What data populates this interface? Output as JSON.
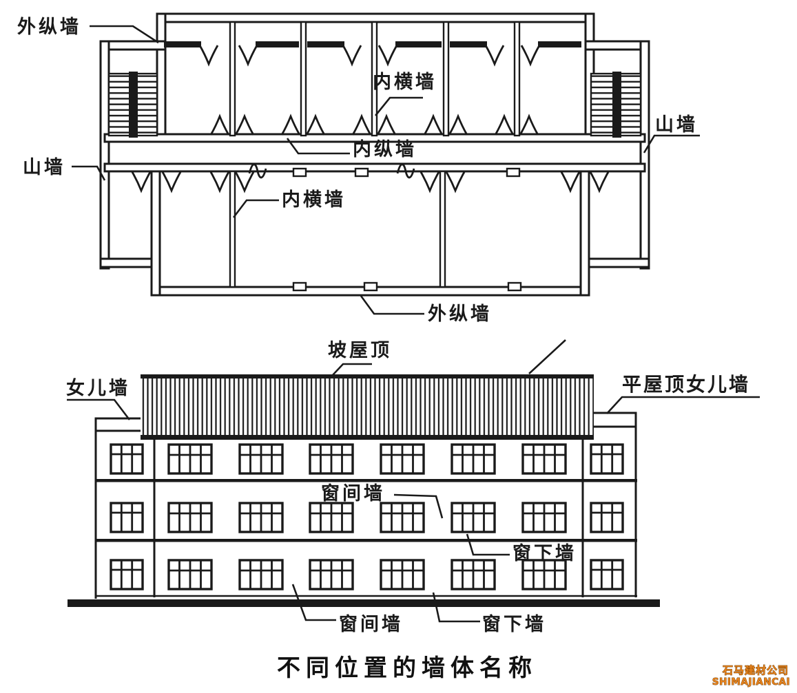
{
  "title": "不同位置的墙体名称",
  "plan": {
    "labels": {
      "outer_longitudinal_top": "外纵墙",
      "gable_left": "山墙",
      "inner_transverse_upper": "内横墙",
      "inner_longitudinal": "内纵墙",
      "gable_right": "山墙",
      "inner_transverse_lower": "内横墙",
      "outer_longitudinal_bottom": "外纵墙"
    }
  },
  "elevation": {
    "labels": {
      "parapet_left": "女儿墙",
      "pitched_roof": "坡屋顶",
      "flat_roof_parapet": "平屋顶女儿墙",
      "window_pier_upper": "窗间墙",
      "window_sill_wall_upper": "窗下墙",
      "window_pier_lower": "窗间墙",
      "window_sill_wall_lower": "窗下墙"
    }
  },
  "watermark": {
    "company_cn": "石马建材公司",
    "company_en": "SHIMAJIANCAI"
  },
  "colors": {
    "ink": "#1a1a1a",
    "watermark_orange": "#e8831d"
  }
}
